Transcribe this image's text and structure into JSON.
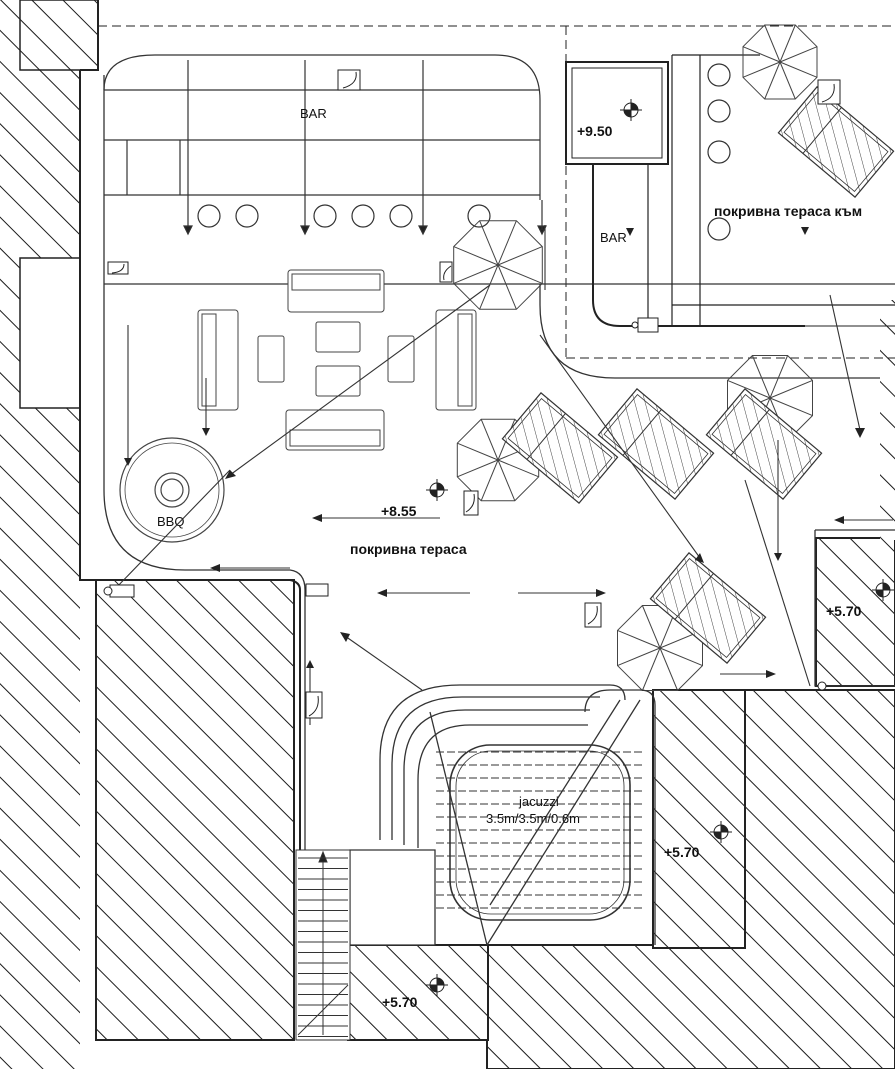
{
  "labels": {
    "bar_main": "BAR",
    "bar_upper": "BAR",
    "level_upper": "+9.50",
    "roof_terrace_upper": "покривна тераса към",
    "bbq": "BBQ",
    "level_main": "+8.55",
    "roof_terrace_main": "покривна тераса",
    "level_right": "+5.70",
    "jacuzzi_name": "jacuzzi",
    "jacuzzi_size": "3.5m/3.5m/0.6m",
    "level_jacuzzi": "+5.70",
    "level_bottom": "+5.70"
  },
  "colors": {
    "line": "#222222",
    "light_line": "#555555",
    "hatch": "#1a1a1a",
    "background": "#ffffff"
  }
}
